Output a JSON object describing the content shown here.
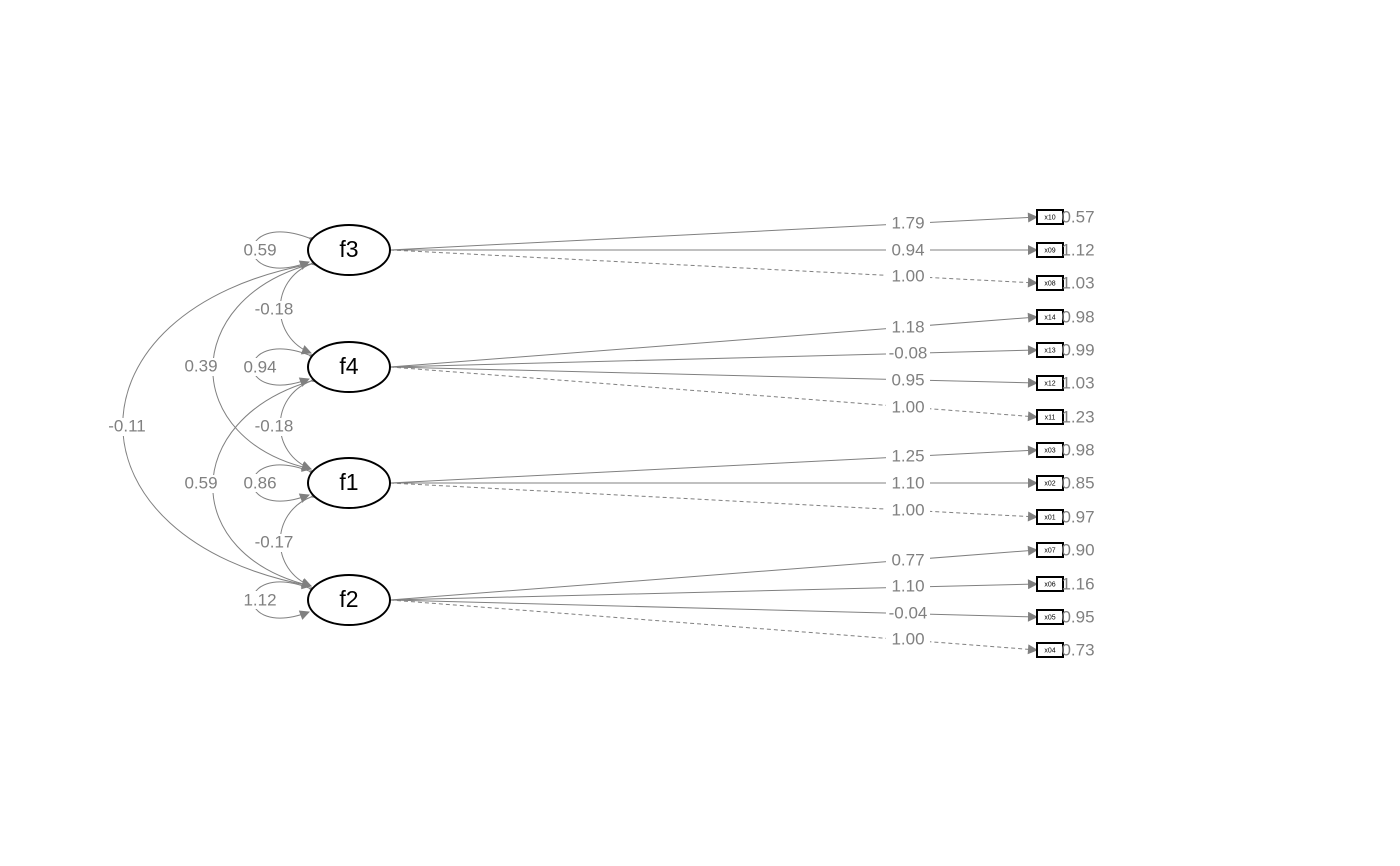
{
  "colors": {
    "edge": "#808080",
    "node_stroke": "#000000",
    "label": "#808080",
    "background": "#ffffff"
  },
  "factors": [
    {
      "id": "f3",
      "label": "f3",
      "variance": "0.59"
    },
    {
      "id": "f4",
      "label": "f4",
      "variance": "0.94"
    },
    {
      "id": "f1",
      "label": "f1",
      "variance": "0.86"
    },
    {
      "id": "f2",
      "label": "f2",
      "variance": "1.12"
    }
  ],
  "indicators": [
    {
      "id": "x10",
      "label": "x10",
      "residual": "0.57"
    },
    {
      "id": "x09",
      "label": "x09",
      "residual": "1.12"
    },
    {
      "id": "x08",
      "label": "x08",
      "residual": "1.03"
    },
    {
      "id": "x14",
      "label": "x14",
      "residual": "0.98"
    },
    {
      "id": "x13",
      "label": "x13",
      "residual": "0.99"
    },
    {
      "id": "x12",
      "label": "x12",
      "residual": "1.03"
    },
    {
      "id": "x11",
      "label": "x11",
      "residual": "1.23"
    },
    {
      "id": "x03",
      "label": "x03",
      "residual": "0.98"
    },
    {
      "id": "x02",
      "label": "x02",
      "residual": "0.85"
    },
    {
      "id": "x01",
      "label": "x01",
      "residual": "0.97"
    },
    {
      "id": "x07",
      "label": "x07",
      "residual": "0.90"
    },
    {
      "id": "x06",
      "label": "x06",
      "residual": "1.16"
    },
    {
      "id": "x05",
      "label": "x05",
      "residual": "0.95"
    },
    {
      "id": "x04",
      "label": "x04",
      "residual": "0.73"
    }
  ],
  "loadings": [
    {
      "from": "f3",
      "to": "x10",
      "value": "1.79",
      "fixed": false
    },
    {
      "from": "f3",
      "to": "x09",
      "value": "0.94",
      "fixed": false
    },
    {
      "from": "f3",
      "to": "x08",
      "value": "1.00",
      "fixed": true
    },
    {
      "from": "f4",
      "to": "x14",
      "value": "1.18",
      "fixed": false
    },
    {
      "from": "f4",
      "to": "x13",
      "value": "-0.08",
      "fixed": false
    },
    {
      "from": "f4",
      "to": "x12",
      "value": "0.95",
      "fixed": false
    },
    {
      "from": "f4",
      "to": "x11",
      "value": "1.00",
      "fixed": true
    },
    {
      "from": "f1",
      "to": "x03",
      "value": "1.25",
      "fixed": false
    },
    {
      "from": "f1",
      "to": "x02",
      "value": "1.10",
      "fixed": false
    },
    {
      "from": "f1",
      "to": "x01",
      "value": "1.00",
      "fixed": true
    },
    {
      "from": "f2",
      "to": "x07",
      "value": "0.77",
      "fixed": false
    },
    {
      "from": "f2",
      "to": "x06",
      "value": "1.10",
      "fixed": false
    },
    {
      "from": "f2",
      "to": "x05",
      "value": "-0.04",
      "fixed": false
    },
    {
      "from": "f2",
      "to": "x04",
      "value": "1.00",
      "fixed": true
    }
  ],
  "covariances": [
    {
      "a": "f3",
      "b": "f4",
      "value": "-0.18"
    },
    {
      "a": "f4",
      "b": "f1",
      "value": "-0.18"
    },
    {
      "a": "f1",
      "b": "f2",
      "value": "-0.17"
    },
    {
      "a": "f3",
      "b": "f1",
      "value": "0.39"
    },
    {
      "a": "f4",
      "b": "f2",
      "value": "0.59"
    },
    {
      "a": "f3",
      "b": "f2",
      "value": "-0.11"
    }
  ]
}
